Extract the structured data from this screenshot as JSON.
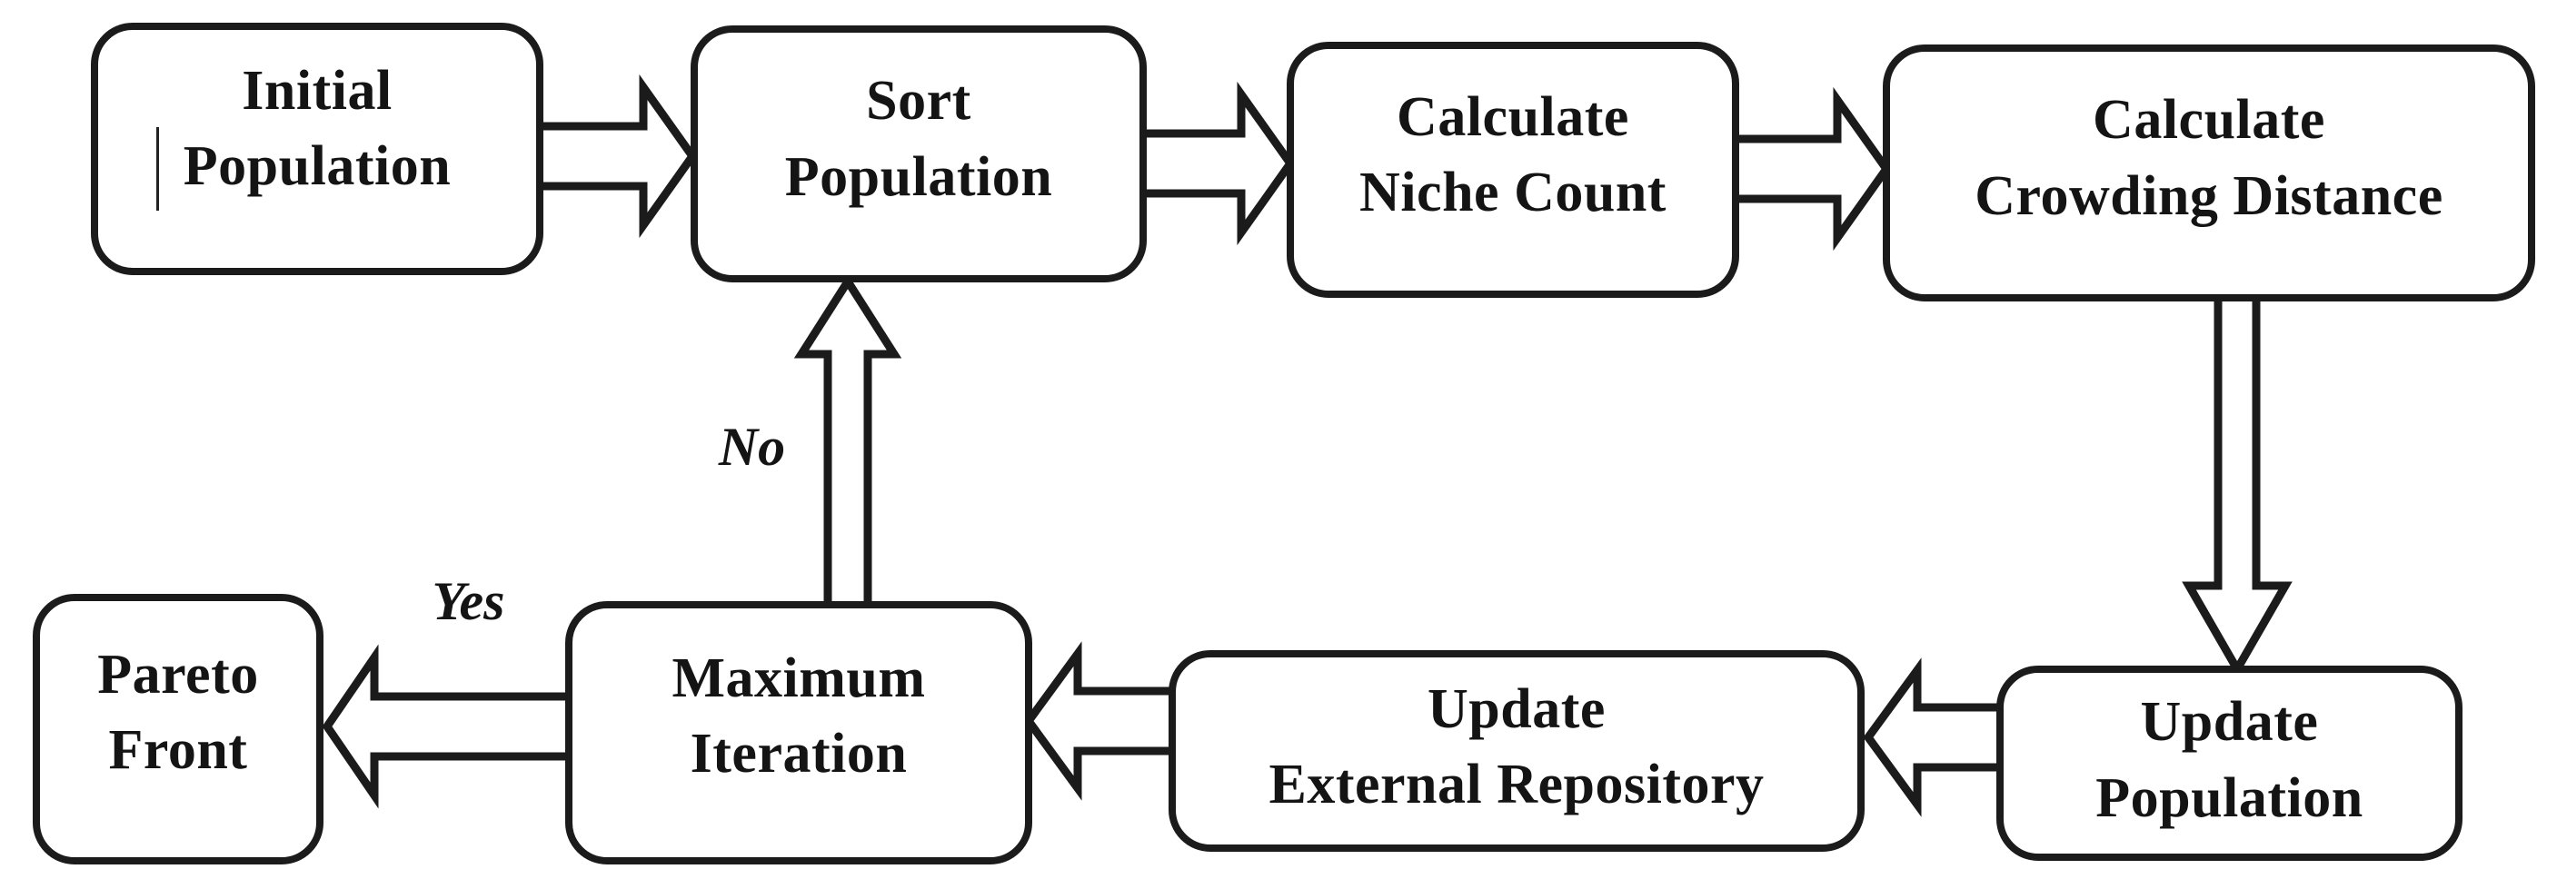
{
  "diagram": {
    "type": "flowchart",
    "nodes": [
      {
        "id": "initial-population",
        "label": "Initial\nPopulation"
      },
      {
        "id": "sort-population",
        "label": "Sort\nPopulation"
      },
      {
        "id": "calculate-niche-count",
        "label": "Calculate\nNiche Count"
      },
      {
        "id": "calculate-crowding-distance",
        "label": "Calculate\nCrowding Distance"
      },
      {
        "id": "update-population",
        "label": "Update\nPopulation"
      },
      {
        "id": "update-external-repository",
        "label": "Update\nExternal Repository"
      },
      {
        "id": "maximum-iteration",
        "label": "Maximum\nIteration"
      },
      {
        "id": "pareto-front",
        "label": "Pareto\nFront"
      }
    ],
    "edges": [
      {
        "from": "initial-population",
        "to": "sort-population"
      },
      {
        "from": "sort-population",
        "to": "calculate-niche-count"
      },
      {
        "from": "calculate-niche-count",
        "to": "calculate-crowding-distance"
      },
      {
        "from": "calculate-crowding-distance",
        "to": "update-population"
      },
      {
        "from": "update-population",
        "to": "update-external-repository"
      },
      {
        "from": "update-external-repository",
        "to": "maximum-iteration"
      },
      {
        "from": "maximum-iteration",
        "to": "pareto-front",
        "label": "Yes"
      },
      {
        "from": "maximum-iteration",
        "to": "sort-population",
        "label": "No"
      }
    ],
    "colors": {
      "stroke": "#1b1b1b",
      "node_fill": "#ffffff",
      "text": "#141414",
      "background": "#ffffff"
    }
  }
}
